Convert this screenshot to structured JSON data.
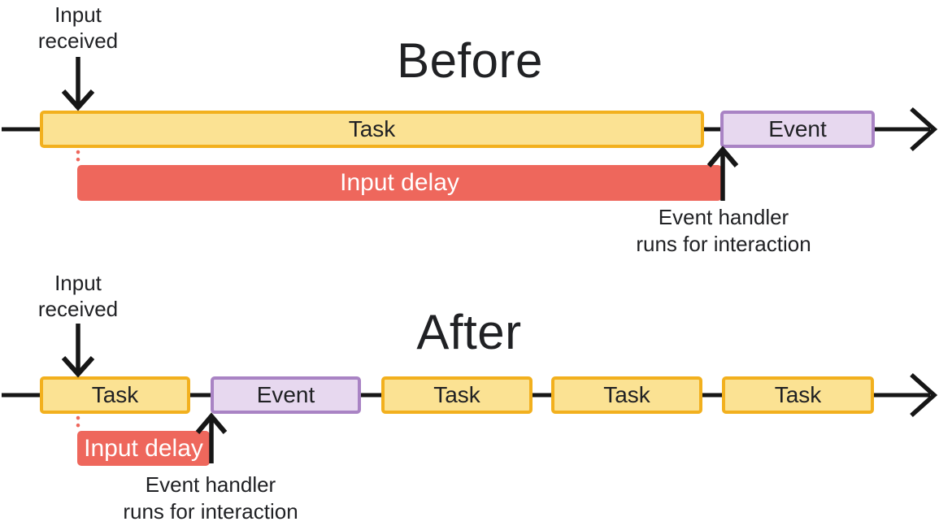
{
  "before": {
    "title": "Before",
    "input_label": "Input received",
    "task_label": "Task",
    "event_label": "Event",
    "input_delay_label": "Input delay",
    "handler_caption": [
      "Event handler",
      "runs for interaction"
    ]
  },
  "after": {
    "title": "After",
    "input_label": "Input received",
    "task_labels": [
      "Task",
      "Task",
      "Task",
      "Task"
    ],
    "event_label": "Event",
    "input_delay_label": "Input delay",
    "handler_caption": [
      "Event handler",
      "runs for interaction"
    ]
  },
  "colors": {
    "task_fill": "#FBE293",
    "task_border": "#F2B01E",
    "event_fill": "#E7D8EF",
    "event_border": "#A983C4",
    "input_delay_fill": "#EE675C",
    "line_black": "#161616",
    "text_dark": "#202124",
    "background": "#FFFFFF"
  }
}
